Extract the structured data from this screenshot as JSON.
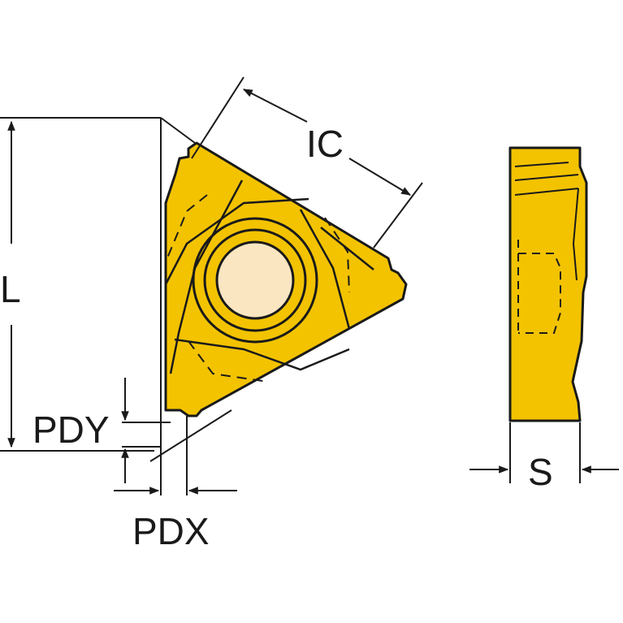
{
  "labels": {
    "ic": "IC",
    "l": "L",
    "pdy": "PDY",
    "pdx": "PDX",
    "s": "S"
  },
  "colors": {
    "insert_fill": "#F3C300",
    "insert_outline": "#1a1a1a",
    "bore": "#FBE6C2",
    "line": "#1a1a1a",
    "background": "#ffffff"
  }
}
